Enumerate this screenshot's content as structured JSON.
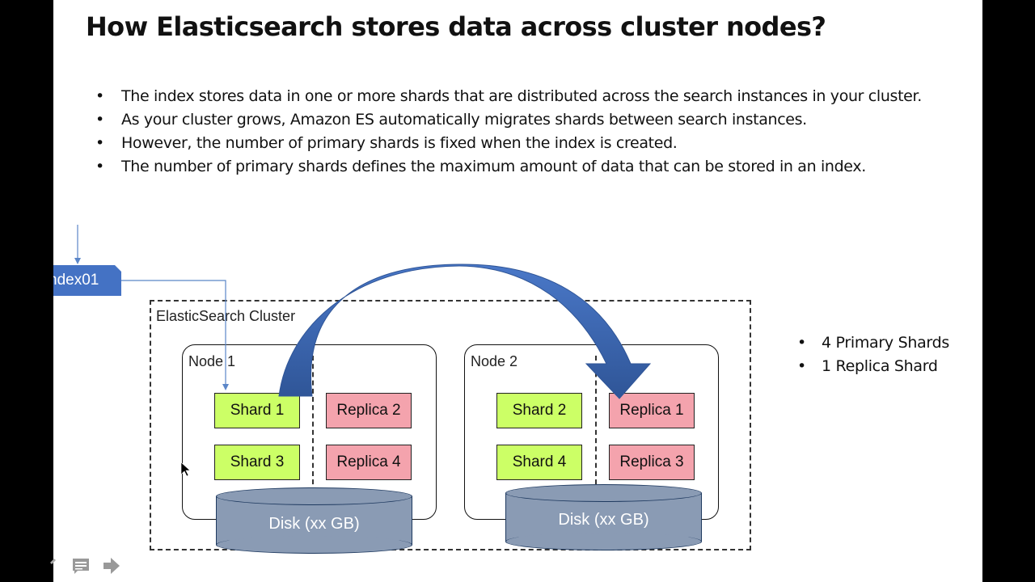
{
  "slide": {
    "title": "How Elasticsearch stores data across cluster nodes?",
    "bullets": [
      "The index stores data in one or more shards that are distributed across the search instances in your cluster.",
      "As your cluster grows, Amazon ES automatically migrates shards between search instances.",
      "However, the number of primary shards is fixed when the index is created.",
      "The number of primary shards defines the maximum amount of data that can be stored in an index."
    ],
    "side_bullets": [
      "4 Primary Shards",
      "1 Replica Shard"
    ]
  },
  "diagram": {
    "index_label": "ndex01",
    "cluster_label": "ElasticSearch Cluster",
    "nodes": [
      {
        "label": "Node 1",
        "primaries": [
          "Shard 1",
          "Shard 3"
        ],
        "replicas": [
          "Replica 2",
          "Replica 4"
        ],
        "disk": "Disk (xx GB)"
      },
      {
        "label": "Node 2",
        "primaries": [
          "Shard 2",
          "Shard 4"
        ],
        "replicas": [
          "Replica 1",
          "Replica 3"
        ],
        "disk": "Disk (xx GB)"
      }
    ]
  },
  "colors": {
    "primary_shard": "#ccff66",
    "replica_shard": "#f4a3ad",
    "accent_blue": "#4472c4",
    "disk": "#8a9bb4"
  },
  "controls": [
    "pen-icon",
    "notes-icon",
    "next-arrow-icon"
  ]
}
